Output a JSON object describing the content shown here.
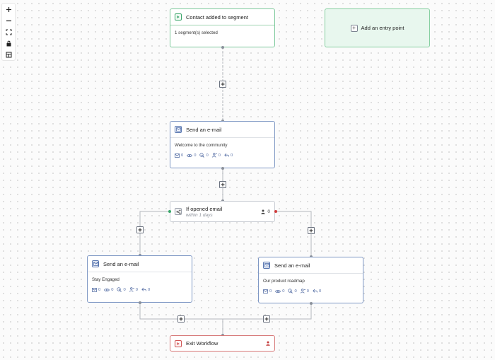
{
  "canvas": {
    "entry_point_label": "Add an entry point"
  },
  "toolbar": {
    "tools": [
      "zoom-in",
      "zoom-out",
      "fit-view",
      "lock",
      "map"
    ]
  },
  "nodes": {
    "trigger": {
      "title": "Contact added to segment",
      "detail": "1 segment(s) selected"
    },
    "email_welcome": {
      "title": "Send an e-mail",
      "subject": "Welcome to the community",
      "stats": {
        "sent": "0",
        "opened": "0",
        "clicked": "0",
        "unsubscribed": "0",
        "replied": "0"
      }
    },
    "condition": {
      "title": "If opened email",
      "subtitle": "within 1 days",
      "count": "0"
    },
    "email_engaged": {
      "title": "Send an e-mail",
      "subject": "Stay Engaged",
      "stats": {
        "sent": "0",
        "opened": "0",
        "clicked": "0",
        "unsubscribed": "0",
        "replied": "0"
      }
    },
    "email_roadmap": {
      "title": "Send an e-mail",
      "subject": "Our product roadmap",
      "stats": {
        "sent": "0",
        "opened": "0",
        "clicked": "0",
        "unsubscribed": "0",
        "replied": "0"
      }
    },
    "exit": {
      "title": "Exit Workflow"
    }
  },
  "colors": {
    "trigger_border": "#7cc89a",
    "email_border": "#7e97c4",
    "exit_border": "#d77878",
    "entry_fill": "#e8f7ee",
    "branch_yes": "#39a86a",
    "branch_no": "#d03a3a"
  }
}
